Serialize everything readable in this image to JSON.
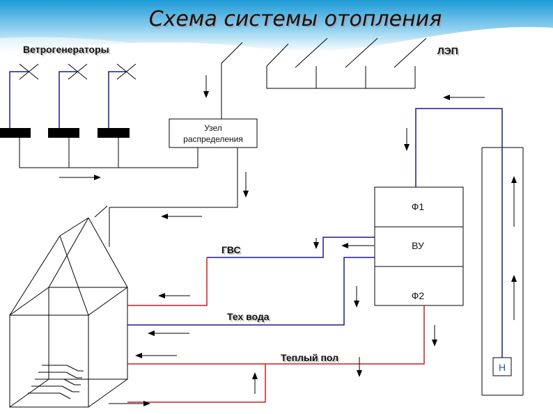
{
  "title": "Схема системы отопления",
  "labels": {
    "wind": "Ветрогенераторы",
    "power_line": "ЛЭП",
    "distribution_line1": "Узел",
    "distribution_line2": "распределения",
    "hot_water": "ГВС",
    "tech_water": "Тех вода",
    "floor_heating": "Теплый пол",
    "f1": "Ф1",
    "vu": "ВУ",
    "f2": "Ф2",
    "pump": "Н"
  },
  "colors": {
    "blue_line": "#1a1a8c",
    "red_line": "#cc1f1f",
    "black_line": "#000000",
    "pump_text": "#2255bb",
    "header_gradient_top": "#1d9ad6",
    "header_gradient_bottom": "#e8f4fb"
  }
}
